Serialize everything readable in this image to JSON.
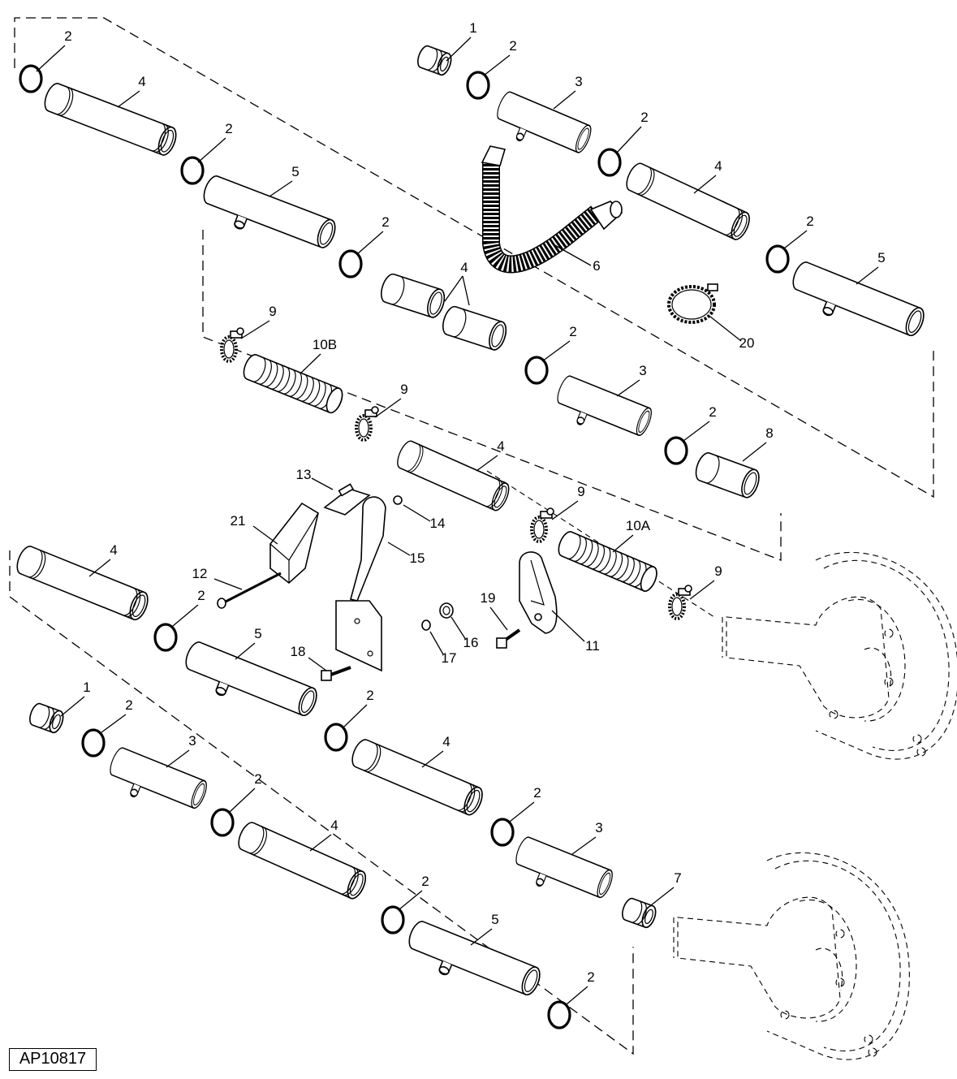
{
  "figure_id": "AP10817",
  "callouts": [
    {
      "id": "c1",
      "label": "2"
    },
    {
      "id": "c2",
      "label": "4"
    },
    {
      "id": "c3",
      "label": "2"
    },
    {
      "id": "c4",
      "label": "5"
    },
    {
      "id": "c5",
      "label": "2"
    },
    {
      "id": "c6",
      "label": "1"
    },
    {
      "id": "c7",
      "label": "2"
    },
    {
      "id": "c8",
      "label": "3"
    },
    {
      "id": "c9",
      "label": "2"
    },
    {
      "id": "c10",
      "label": "4"
    },
    {
      "id": "c11",
      "label": "2"
    },
    {
      "id": "c12",
      "label": "5"
    },
    {
      "id": "c13",
      "label": "6"
    },
    {
      "id": "c14",
      "label": "20"
    },
    {
      "id": "c15",
      "label": "4"
    },
    {
      "id": "c16",
      "label": "9"
    },
    {
      "id": "c17",
      "label": "10B"
    },
    {
      "id": "c18",
      "label": "2"
    },
    {
      "id": "c19",
      "label": "3"
    },
    {
      "id": "c20",
      "label": "9"
    },
    {
      "id": "c21",
      "label": "2"
    },
    {
      "id": "c22",
      "label": "8"
    },
    {
      "id": "c23",
      "label": "4"
    },
    {
      "id": "c24",
      "label": "13"
    },
    {
      "id": "c25",
      "label": "14"
    },
    {
      "id": "c26",
      "label": "21"
    },
    {
      "id": "c27",
      "label": "15"
    },
    {
      "id": "c28",
      "label": "9"
    },
    {
      "id": "c29",
      "label": "10A"
    },
    {
      "id": "c30",
      "label": "9"
    },
    {
      "id": "c31",
      "label": "4"
    },
    {
      "id": "c32",
      "label": "12"
    },
    {
      "id": "c33",
      "label": "2"
    },
    {
      "id": "c34",
      "label": "19"
    },
    {
      "id": "c35",
      "label": "11"
    },
    {
      "id": "c36",
      "label": "16"
    },
    {
      "id": "c37",
      "label": "17"
    },
    {
      "id": "c38",
      "label": "18"
    },
    {
      "id": "c39",
      "label": "5"
    },
    {
      "id": "c40",
      "label": "1"
    },
    {
      "id": "c41",
      "label": "2"
    },
    {
      "id": "c42",
      "label": "3"
    },
    {
      "id": "c43",
      "label": "2"
    },
    {
      "id": "c44",
      "label": "4"
    },
    {
      "id": "c45",
      "label": "2"
    },
    {
      "id": "c46",
      "label": "2"
    },
    {
      "id": "c47",
      "label": "4"
    },
    {
      "id": "c48",
      "label": "3"
    },
    {
      "id": "c49",
      "label": "2"
    },
    {
      "id": "c50",
      "label": "7"
    },
    {
      "id": "c51",
      "label": "5"
    },
    {
      "id": "c52",
      "label": "2"
    }
  ]
}
